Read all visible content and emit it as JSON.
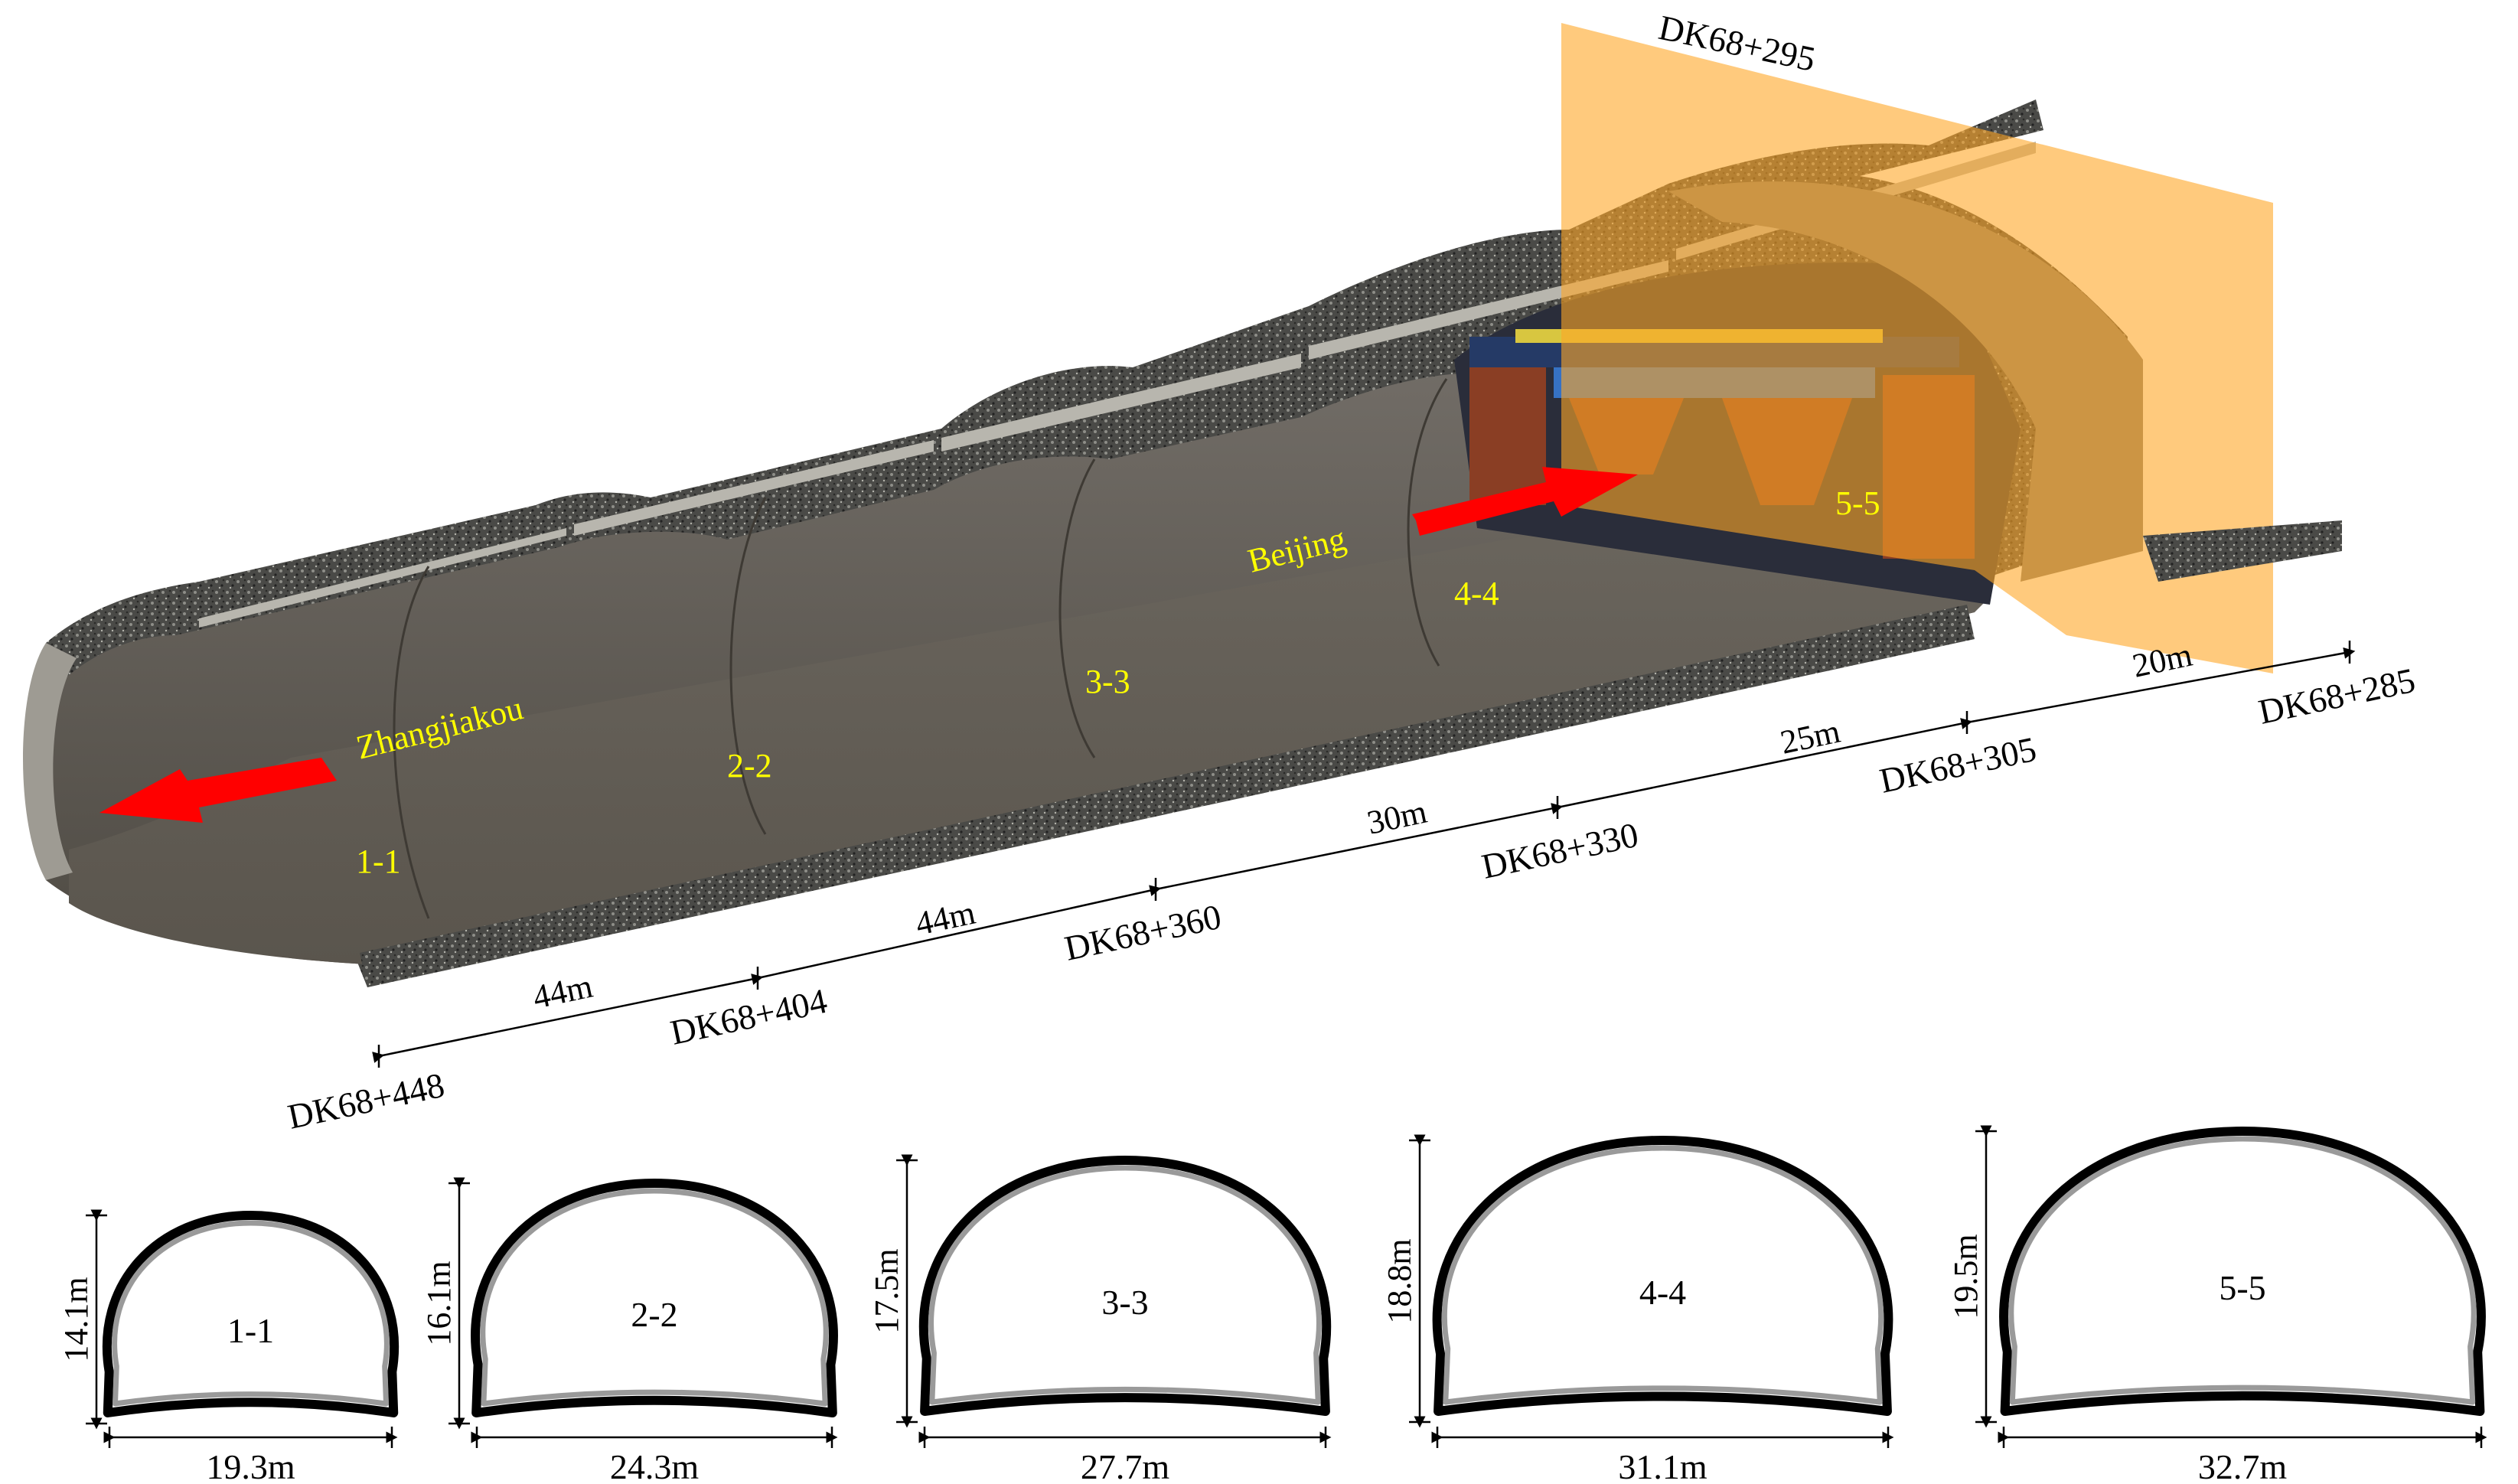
{
  "directions": {
    "left": "Zhangjiakou",
    "right": "Beijing"
  },
  "section_labels": [
    "1-1",
    "2-2",
    "3-3",
    "4-4",
    "5-5"
  ],
  "chainages": {
    "start": "DK68+448",
    "c404": "DK68+404",
    "c360": "DK68+360",
    "c330": "DK68+330",
    "c305": "DK68+305",
    "c295": "DK68+295",
    "end": "DK68+285"
  },
  "segment_lengths": [
    "44m",
    "44m",
    "30m",
    "25m",
    "20m"
  ],
  "cross_sections": [
    {
      "label": "1-1",
      "height": "14.1m",
      "width": "19.3m"
    },
    {
      "label": "2-2",
      "height": "16.1m",
      "width": "24.3m"
    },
    {
      "label": "3-3",
      "height": "17.5m",
      "width": "27.7m"
    },
    {
      "label": "4-4",
      "height": "18.8m",
      "width": "31.1m"
    },
    {
      "label": "5-5",
      "height": "19.5m",
      "width": "32.7m"
    }
  ],
  "colors": {
    "label": "#ffff00",
    "arrow": "#ff0000",
    "plane": "#ffa726",
    "lining": "#5e5a52",
    "rock": "#3a3a38"
  }
}
